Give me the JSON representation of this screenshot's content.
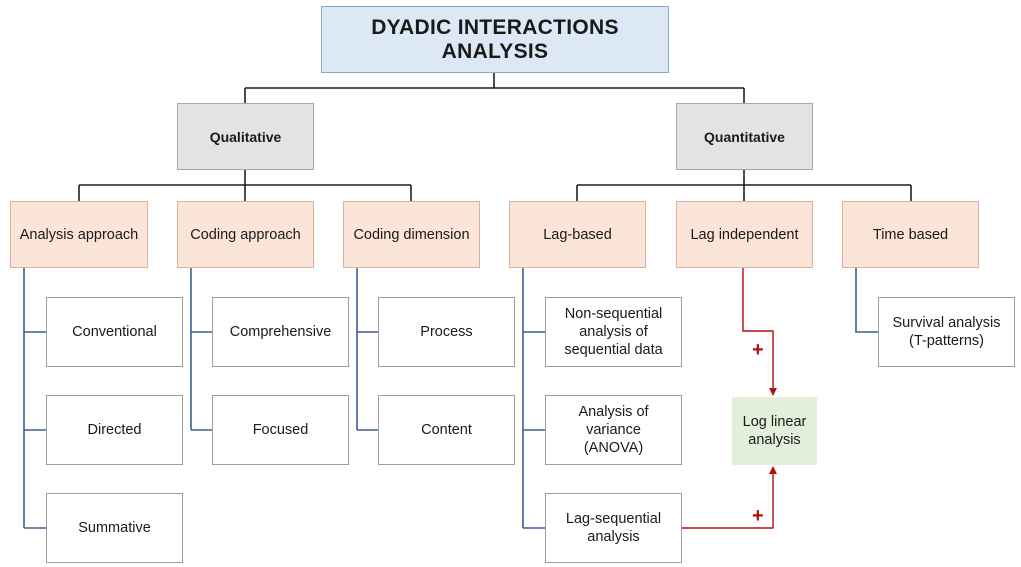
{
  "title": "DYADIC INTERACTIONS ANALYSIS",
  "qualitative": {
    "label": "Qualitative",
    "groups": [
      {
        "label": "Analysis approach",
        "items": [
          "Conventional",
          "Directed",
          "Summative"
        ]
      },
      {
        "label": "Coding approach",
        "items": [
          "Comprehensive",
          "Focused"
        ]
      },
      {
        "label": "Coding dimension",
        "items": [
          "Process",
          "Content"
        ]
      }
    ]
  },
  "quantitative": {
    "label": "Quantitative",
    "groups": [
      {
        "label": "Lag-based",
        "items": [
          "Non-sequential\nanalysis of\nsequential data",
          "Analysis of variance\n(ANOVA)",
          "Lag-sequential\nanalysis"
        ]
      },
      {
        "label": "Lag independent",
        "items": []
      },
      {
        "label": "Time based",
        "items": [
          "Survival analysis\n(T-patterns)"
        ]
      }
    ],
    "combined": {
      "label": "Log linear\nanalysis",
      "plus_symbol": "+"
    }
  },
  "colors": {
    "tree_line": "#1f1f1f",
    "branch_line": "#3d5f91",
    "arrow": "#b40f0f"
  }
}
